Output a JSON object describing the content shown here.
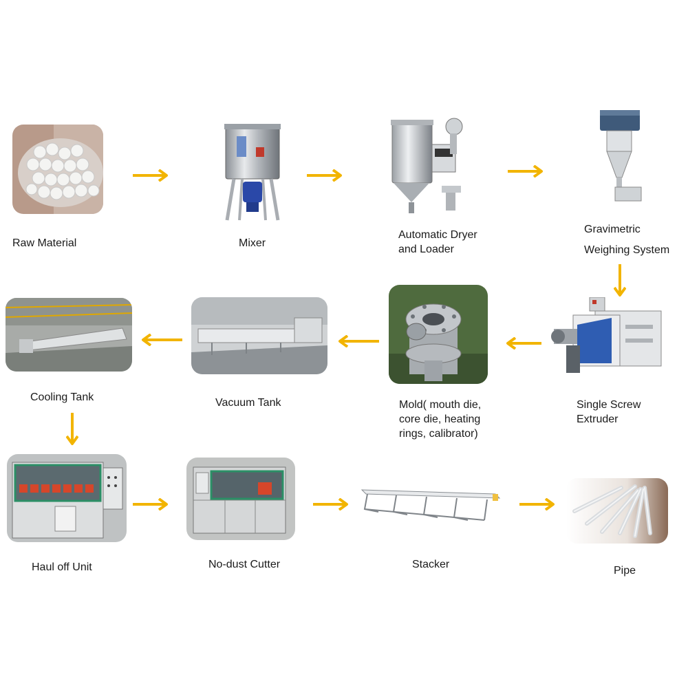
{
  "steps": [
    {
      "id": "raw-material",
      "lines": [
        "Raw Material"
      ]
    },
    {
      "id": "mixer",
      "lines": [
        "Mixer"
      ]
    },
    {
      "id": "dryer",
      "lines": [
        "Automatic Dryer",
        "and Loader"
      ]
    },
    {
      "id": "gravimetric",
      "lines": [
        "Gravimetric",
        "Weighing System"
      ]
    },
    {
      "id": "extruder",
      "lines": [
        "Single Screw",
        "Extruder"
      ]
    },
    {
      "id": "mold",
      "lines": [
        "Mold( mouth die,",
        "core die, heating",
        "rings, calibrator)"
      ]
    },
    {
      "id": "vacuum-tank",
      "lines": [
        "Vacuum Tank"
      ]
    },
    {
      "id": "cooling-tank",
      "lines": [
        "Cooling Tank"
      ]
    },
    {
      "id": "haul-off",
      "lines": [
        "Haul off Unit"
      ]
    },
    {
      "id": "cutter",
      "lines": [
        "No-dust Cutter"
      ]
    },
    {
      "id": "stacker",
      "lines": [
        "Stacker"
      ]
    },
    {
      "id": "pipe",
      "lines": [
        "Pipe"
      ]
    }
  ],
  "colors": {
    "arrow": "#f2b400"
  }
}
